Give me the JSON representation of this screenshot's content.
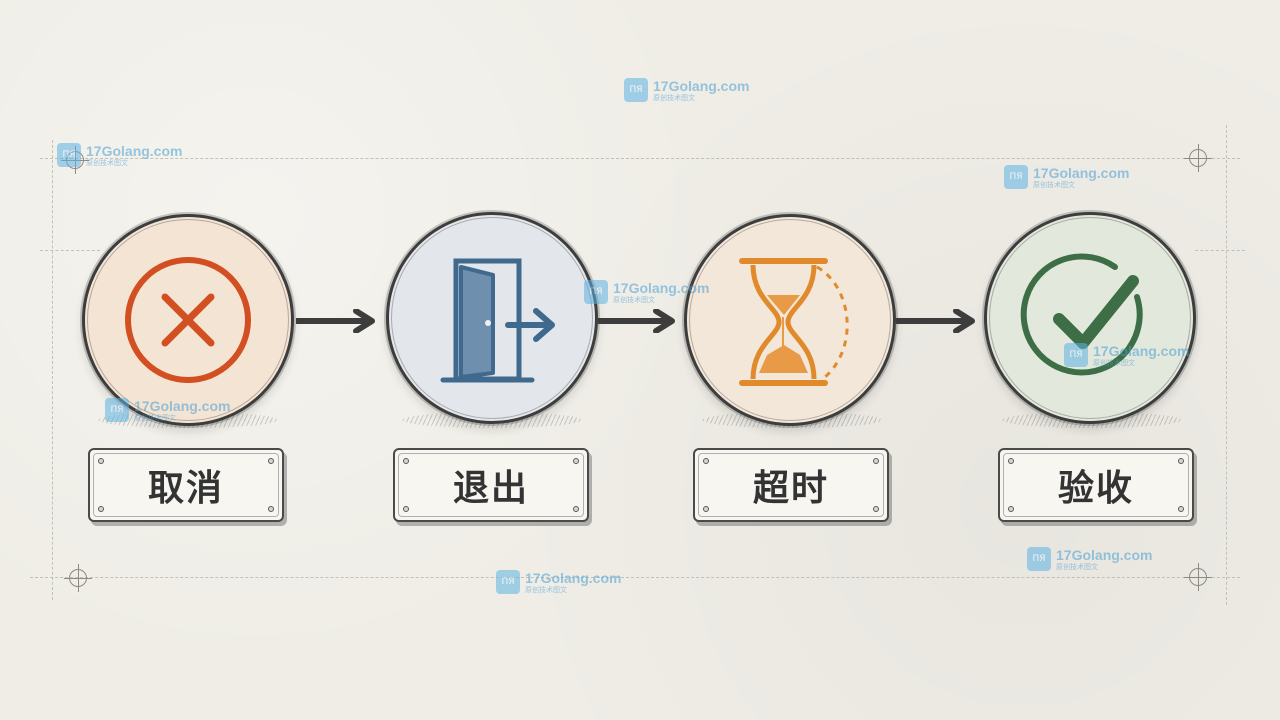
{
  "steps": [
    {
      "label": "取消",
      "icon": "cancel-x-icon",
      "fill": "#f4e4d4",
      "accent": "#d24f22"
    },
    {
      "label": "退出",
      "icon": "exit-door-icon",
      "fill": "#e3e6ea",
      "accent": "#3f6a8e"
    },
    {
      "label": "超时",
      "icon": "hourglass-timeout-icon",
      "fill": "#f3e7d9",
      "accent": "#e08a2c"
    },
    {
      "label": "验收",
      "icon": "check-circle-icon",
      "fill": "#e2e8dc",
      "accent": "#3d6e45"
    }
  ],
  "watermark": {
    "text": "17Golang.com",
    "sub": "原创技术图文",
    "logo_text": "ПЯ"
  },
  "colors": {
    "outline": "#3d3d3d",
    "arrow": "#3d3d3d",
    "watermark": "#4a9fd4"
  }
}
